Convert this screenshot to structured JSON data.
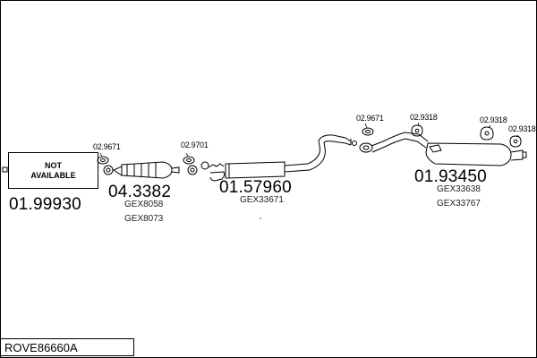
{
  "diagram": {
    "title": "ROVE86660A",
    "not_available": "NOT\nAVAILABLE",
    "parts": [
      {
        "id": "part-1",
        "number": "01.99930",
        "refs": []
      },
      {
        "id": "part-2",
        "number": "04.3382",
        "refs": [
          "GEX8058",
          "GEX8073"
        ]
      },
      {
        "id": "part-3",
        "number": "01.57960",
        "refs": [
          "GEX33671"
        ]
      },
      {
        "id": "part-4",
        "number": "01.93450",
        "refs": [
          "GEX33638",
          "GEX33767"
        ]
      }
    ],
    "fittings": [
      "02.9671",
      "02.9701",
      "02.9671",
      "02.9318",
      "02.9318",
      "02.9318"
    ]
  }
}
